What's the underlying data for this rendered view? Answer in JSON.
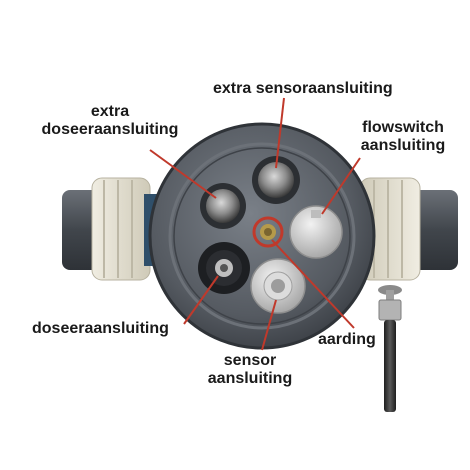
{
  "labels": {
    "extra_sensor": "extra sensoraansluiting",
    "extra_dose_line1": "extra",
    "extra_dose_line2": "doseeraansluiting",
    "flowswitch_line1": "flowswitch",
    "flowswitch_line2": "aansluiting",
    "dose": "doseeraansluiting",
    "sensor_line1": "sensor",
    "sensor_line2": "aansluiting",
    "aarding": "aarding"
  },
  "colors": {
    "callout_line": "#c0392b",
    "housing": "#5b6068",
    "housing_dark": "#3d4249",
    "fitting": "#e4e0d2",
    "pipe": "#4a4f55"
  },
  "icons": {
    "product": "pool-sensor-manifold-photo",
    "ground": "grounding-pin-photo"
  }
}
